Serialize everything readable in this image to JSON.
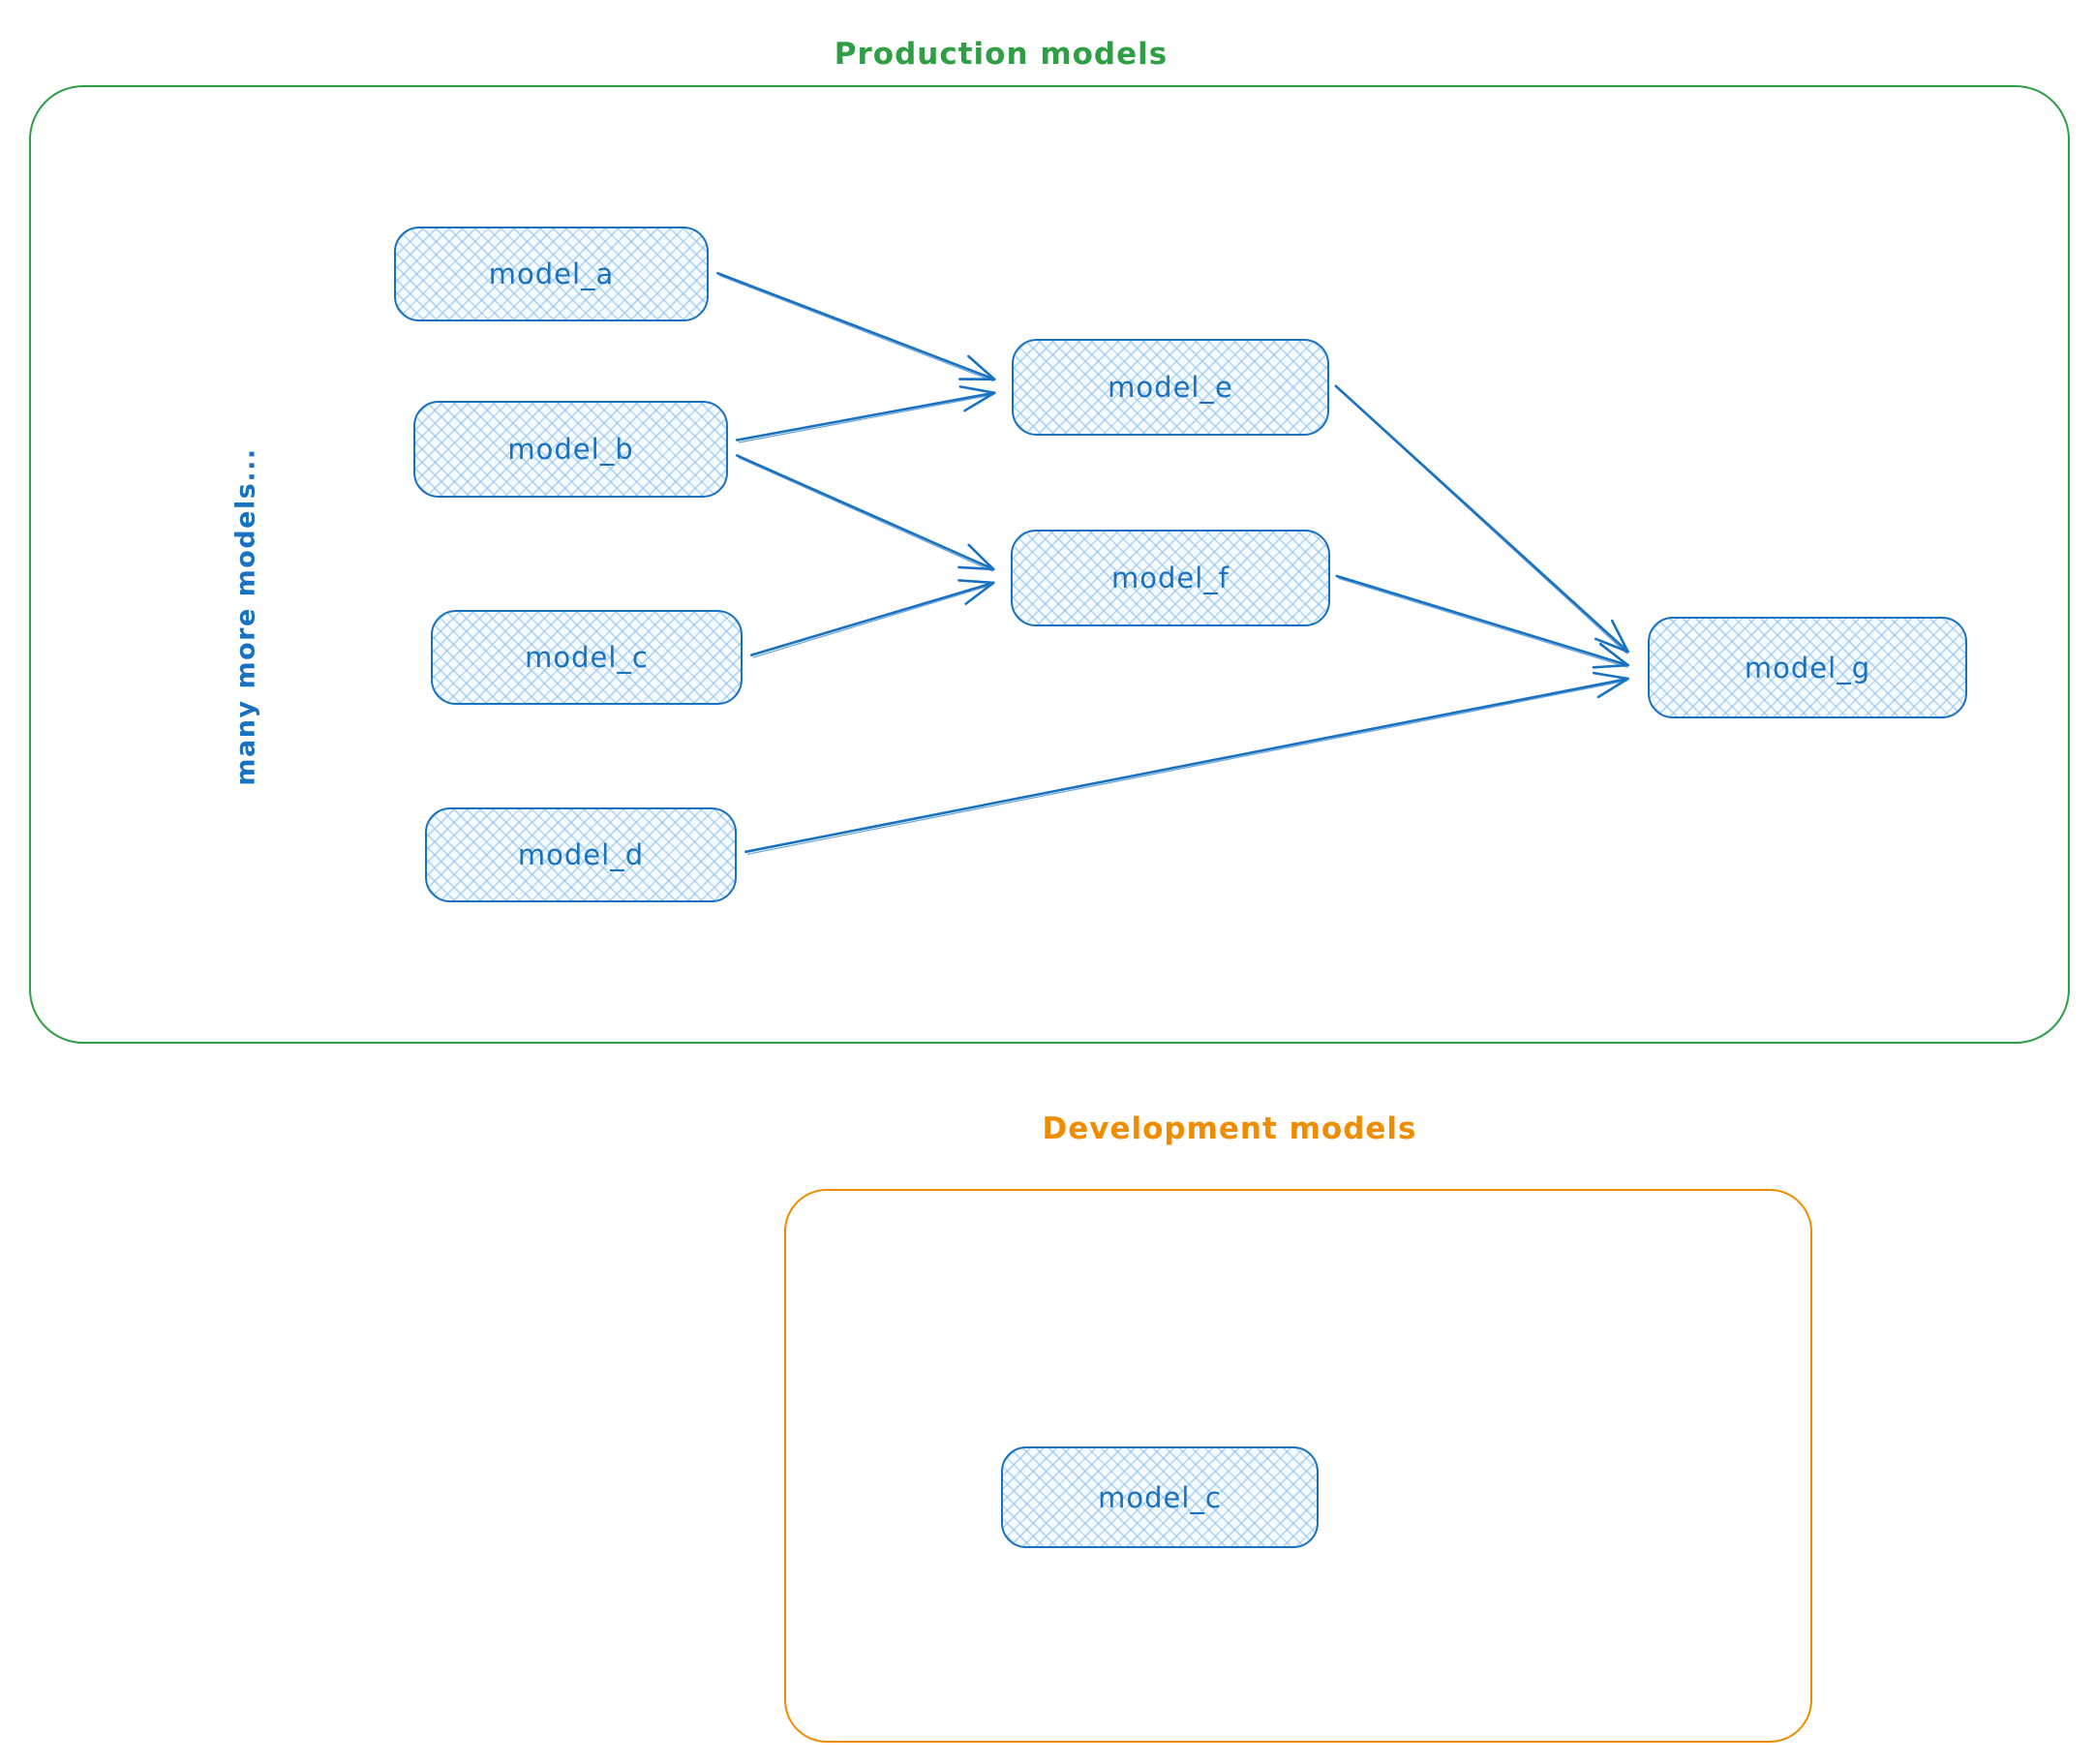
{
  "diagram": {
    "production": {
      "title": "Production models",
      "accent_color": "#2f9e44",
      "side_label": "many more models...",
      "nodes": [
        {
          "id": "model_a",
          "label": "model_a"
        },
        {
          "id": "model_b",
          "label": "model_b"
        },
        {
          "id": "model_c",
          "label": "model_c"
        },
        {
          "id": "model_d",
          "label": "model_d"
        },
        {
          "id": "model_e",
          "label": "model_e"
        },
        {
          "id": "model_f",
          "label": "model_f"
        },
        {
          "id": "model_g",
          "label": "model_g"
        }
      ],
      "edges": [
        {
          "from": "model_a",
          "to": "model_e"
        },
        {
          "from": "model_b",
          "to": "model_e"
        },
        {
          "from": "model_b",
          "to": "model_f"
        },
        {
          "from": "model_c",
          "to": "model_f"
        },
        {
          "from": "model_e",
          "to": "model_g"
        },
        {
          "from": "model_f",
          "to": "model_g"
        },
        {
          "from": "model_d",
          "to": "model_g"
        }
      ]
    },
    "development": {
      "title": "Development models",
      "accent_color": "#f08c00",
      "nodes": [
        {
          "id": "dev_model_c",
          "label": "model_c"
        }
      ]
    },
    "node_style": {
      "stroke": "#1971c2",
      "fill": "#f6fbff",
      "hatch": "#a5d8ff"
    }
  }
}
